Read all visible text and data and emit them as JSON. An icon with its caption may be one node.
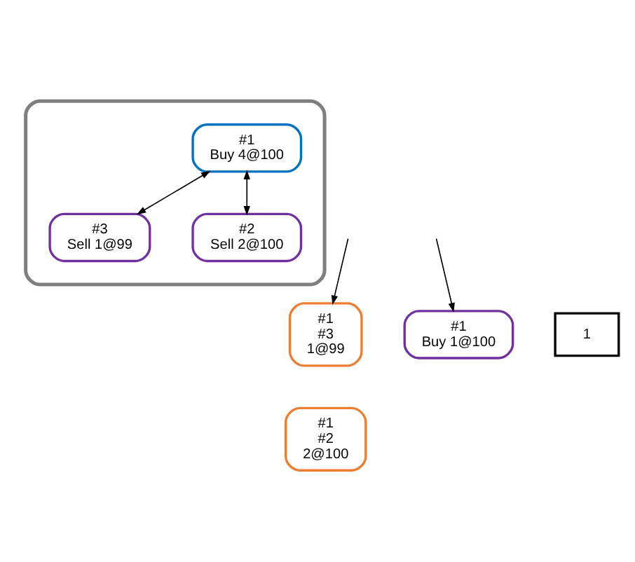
{
  "diagram": {
    "nodes": [
      {
        "text": [],
        "shape": "box"
      },
      {
        "text": [
          "#1",
          "Buy 4@100"
        ],
        "in": 0
      },
      {
        "text": [
          "#3",
          "Sell 1@99"
        ],
        "in": 0
      },
      {
        "text": [
          "#2",
          "Sell 2@100"
        ],
        "in": 0
      },
      {
        "text": [
          "#1",
          "#3",
          "1@99"
        ]
      },
      {
        "text": [
          "#1",
          "#2",
          "2@100"
        ]
      },
      {
        "text": [
          "#1",
          "Buy 1@100"
        ]
      },
      {
        "text": [
          "1"
        ]
      }
    ],
    "edges": [
      {
        "from": 1,
        "to": 2,
        "arrow": "both"
      },
      {
        "from": 1,
        "to": 3,
        "arrow": "both"
      },
      {
        "from": null,
        "to": 4,
        "arrow": "to"
      },
      {
        "from": null,
        "to": 6,
        "arrow": "to"
      }
    ]
  }
}
